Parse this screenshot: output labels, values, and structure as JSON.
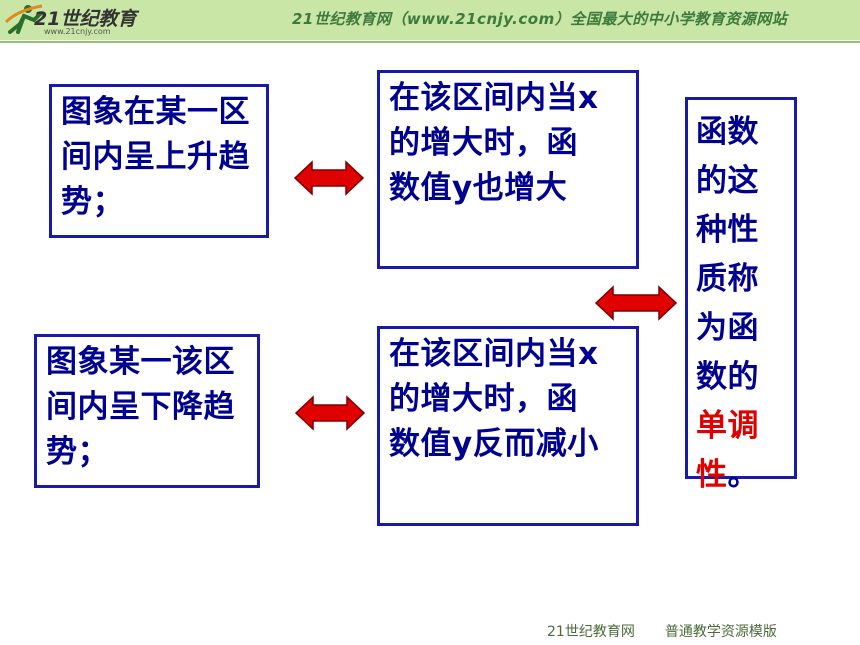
{
  "header": {
    "logo_text": "21世纪教育",
    "logo_url": "www.21cnjy.com",
    "tagline": "21世纪教育网（www.21cnjy.com）全国最大的中小学教育资源网站"
  },
  "boxes": {
    "rise_condition": "图象在某一区间内呈上升趋势；",
    "rise_result": "在该区间内当x的增大时，函数值y也增大",
    "fall_condition": "图象某一该区间内呈下降趋势；",
    "fall_result": "在该区间内当x的增大时，函数值y反而减小",
    "conclusion_prefix": "函数的这种性质称为函数的",
    "conclusion_highlight": "单调性",
    "conclusion_suffix": "。"
  },
  "colors": {
    "box_border": "#1a1aa8",
    "text": "#000090",
    "highlight": "#e00000",
    "arrow_fill": "#e00000",
    "header_bg": "#c9e6a6"
  },
  "footer": {
    "site": "21世纪教育网",
    "slogan": "普通教学资源模版"
  }
}
